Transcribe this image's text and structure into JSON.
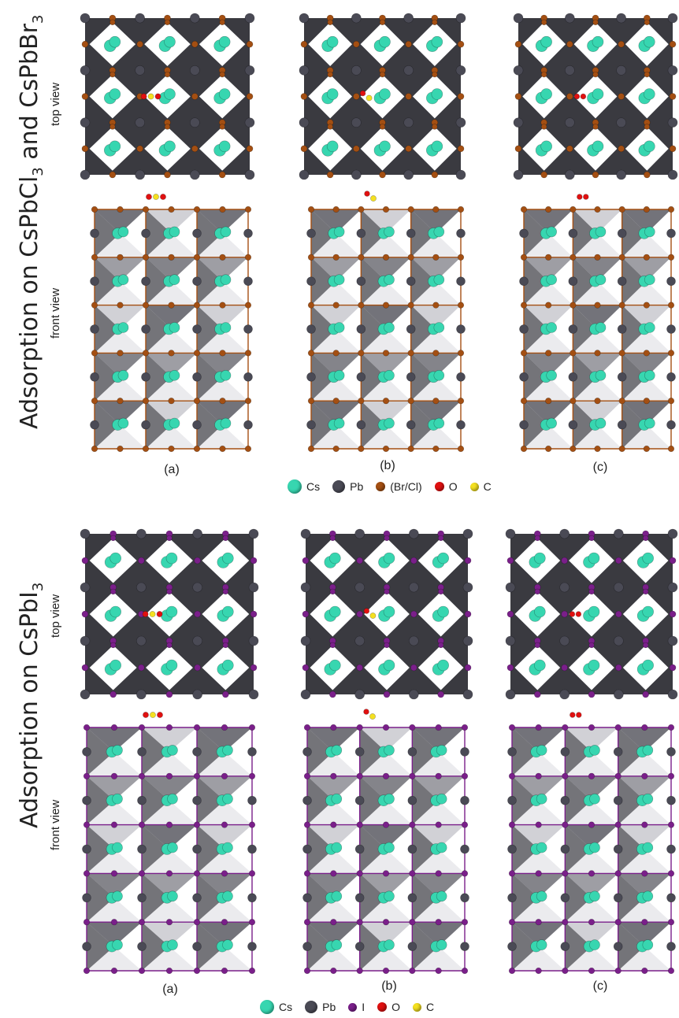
{
  "groups": [
    {
      "title_pre": "Adsorption on CsPbCl",
      "title_sub1": "3",
      "title_mid": " and CsPbBr",
      "title_sub2": "3",
      "top_view": "top view",
      "front_view": "front view",
      "panels": [
        "(a)",
        "(b)",
        "(c)"
      ],
      "legend": [
        {
          "label": "Cs",
          "color": "#37d6b0"
        },
        {
          "label": "Pb",
          "color": "#4a4a55"
        },
        {
          "label": "(Br/Cl)",
          "color": "#a44f12"
        },
        {
          "label": "O",
          "color": "#e01010"
        },
        {
          "label": "C",
          "color": "#f4e020"
        }
      ]
    },
    {
      "title_pre": "Adsorption on CsPbI",
      "title_sub1": "3",
      "title_mid": "",
      "title_sub2": "",
      "top_view": "top view",
      "front_view": "front view",
      "panels": [
        "(a)",
        "(b)",
        "(c)"
      ],
      "legend": [
        {
          "label": "Cs",
          "color": "#37d6b0"
        },
        {
          "label": "Pb",
          "color": "#4a4a55"
        },
        {
          "label": "I",
          "color": "#7a1f8a"
        },
        {
          "label": "O",
          "color": "#e01010"
        },
        {
          "label": "C",
          "color": "#f4e020"
        }
      ]
    }
  ]
}
